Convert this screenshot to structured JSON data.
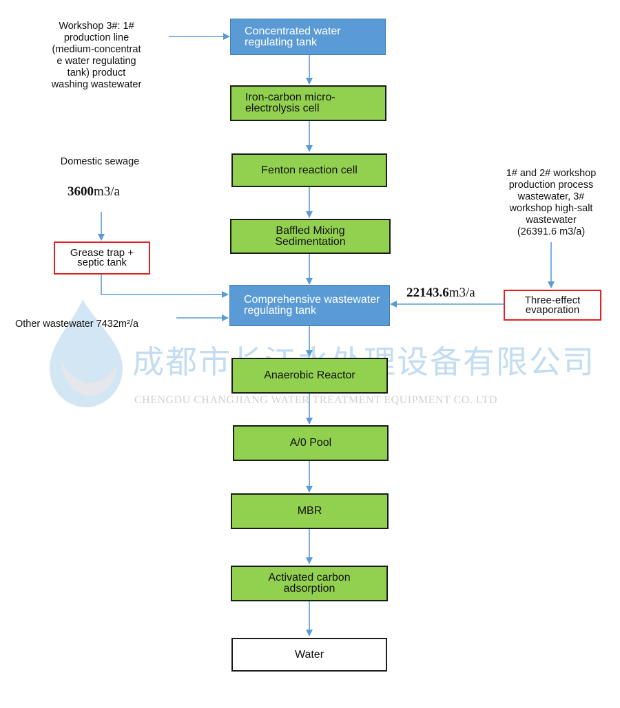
{
  "boxes": {
    "concentrated": "Concentrated water\nregulating tank",
    "iron_carbon": "Iron-carbon micro-\nelectrolysis cell",
    "fenton": "Fenton reaction cell",
    "baffled": "Baffled Mixing\nSedimentation",
    "comprehensive": "Comprehensive wastewater\nregulating tank",
    "anaerobic": "Anaerobic Reactor",
    "ao_pool": "A/0 Pool",
    "mbr": "MBR",
    "activated_carbon": "Activated carbon\nadsorption",
    "water": "Water",
    "grease_trap": "Grease trap +\nseptic tank",
    "three_effect": "Three-effect\nevaporation"
  },
  "inputs": {
    "workshop3": "Workshop 3#: 1#\nproduction line\n(medium-concentrat\ne water regulating\ntank) product\nwashing wastewater",
    "domestic": "Domestic sewage",
    "domestic_flow_value": "3600",
    "domestic_flow_unit": "m3/a",
    "workshops12": "1# and 2# workshop\nproduction process\nwastewater, 3#\nworkshop high-salt\nwastewater\n(26391.6 m3/a)",
    "evap_flow_value": "22143.6",
    "evap_flow_unit": "m3/a",
    "other": "Other wastewater 7432m²/a"
  },
  "watermark": {
    "cn": "成都市长江水处理设备有限公司",
    "en": "CHENGDU CHANGJIANG WATER TREATMENT EQUIPMENT CO. LTD"
  },
  "colors": {
    "green_box": "#92d050",
    "blue_box": "#5b9bd5",
    "red_border": "#e02020",
    "arrow": "#5b9bd5"
  }
}
